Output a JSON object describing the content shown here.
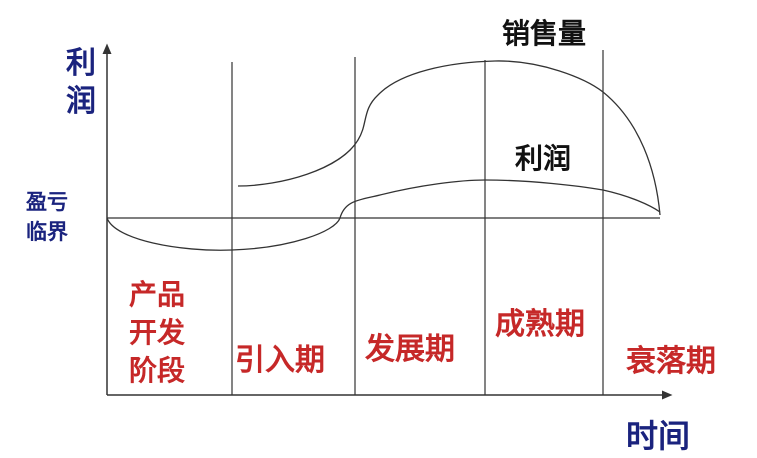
{
  "axes": {
    "y_label": "利润",
    "x_label": "时间",
    "breakeven_label_line1": "盈亏",
    "breakeven_label_line2": "临界"
  },
  "curves": {
    "sales_label": "销售量",
    "profit_label": "利润"
  },
  "stages": {
    "development_line1": "产品",
    "development_line2": "开发",
    "development_line3": "阶段",
    "introduction": "引入期",
    "growth": "发展期",
    "maturity": "成熟期",
    "decline": "衰落期"
  },
  "colors": {
    "axis_label": "#1a237e",
    "stage_label": "#c62828",
    "curve_label": "#111111",
    "lines": "#333333"
  }
}
